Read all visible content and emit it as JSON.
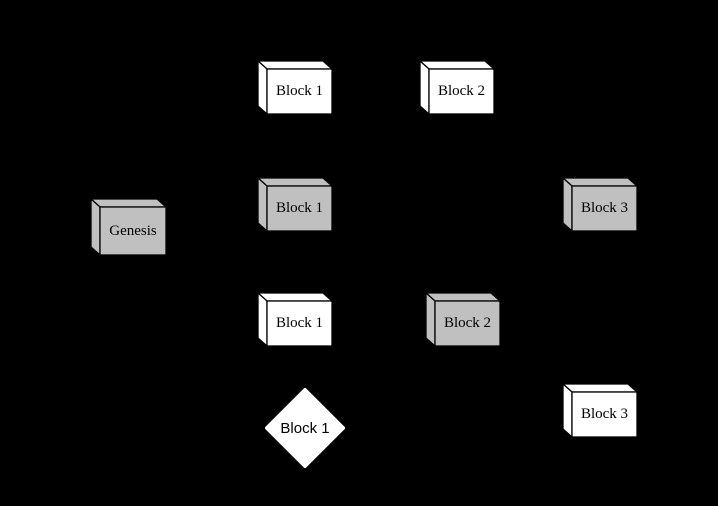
{
  "diagram": {
    "background": "#000000",
    "stroke_color": "#000000",
    "text_color": "#000000",
    "white_fill": "#ffffff",
    "gray_fill": "#c0c0c0",
    "blocks": [
      {
        "label": "Block 1",
        "shape": "cube",
        "fill": "#ffffff",
        "fill_name": "white"
      },
      {
        "label": "Block 2",
        "shape": "cube",
        "fill": "#ffffff",
        "fill_name": "white"
      },
      {
        "label": "Genesis",
        "shape": "cube",
        "fill": "#c0c0c0",
        "fill_name": "gray"
      },
      {
        "label": "Block 1",
        "shape": "cube",
        "fill": "#c0c0c0",
        "fill_name": "gray"
      },
      {
        "label": "Block 3",
        "shape": "cube",
        "fill": "#c0c0c0",
        "fill_name": "gray"
      },
      {
        "label": "Block 1",
        "shape": "cube",
        "fill": "#ffffff",
        "fill_name": "white"
      },
      {
        "label": "Block 2",
        "shape": "cube",
        "fill": "#c0c0c0",
        "fill_name": "gray"
      },
      {
        "label": "Block 1",
        "shape": "diamond",
        "fill": "#ffffff",
        "fill_name": "white"
      },
      {
        "label": "Block 3",
        "shape": "cube",
        "fill": "#ffffff",
        "fill_name": "white"
      }
    ]
  }
}
